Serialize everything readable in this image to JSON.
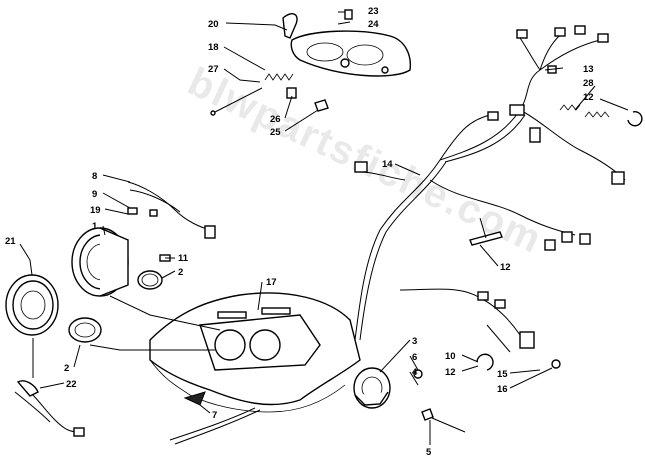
{
  "diagram": {
    "watermark": "blwpartsfiche.com",
    "callouts": {
      "c20": "20",
      "c23": "23",
      "c24": "24",
      "c18": "18",
      "c27": "27",
      "c26": "26",
      "c25": "25",
      "c13": "13",
      "c28": "28",
      "c12a": "12",
      "c14": "14",
      "c8": "8",
      "c9": "9",
      "c19": "19",
      "c1": "1",
      "c11": "11",
      "c2a": "2",
      "c21": "21",
      "c17": "17",
      "c12b": "12",
      "c3": "3",
      "c6": "6",
      "c4": "4",
      "c10": "10",
      "c12c": "12",
      "c15": "15",
      "c16": "16",
      "c2b": "2",
      "c22": "22",
      "c7": "7",
      "c5": "5"
    }
  }
}
